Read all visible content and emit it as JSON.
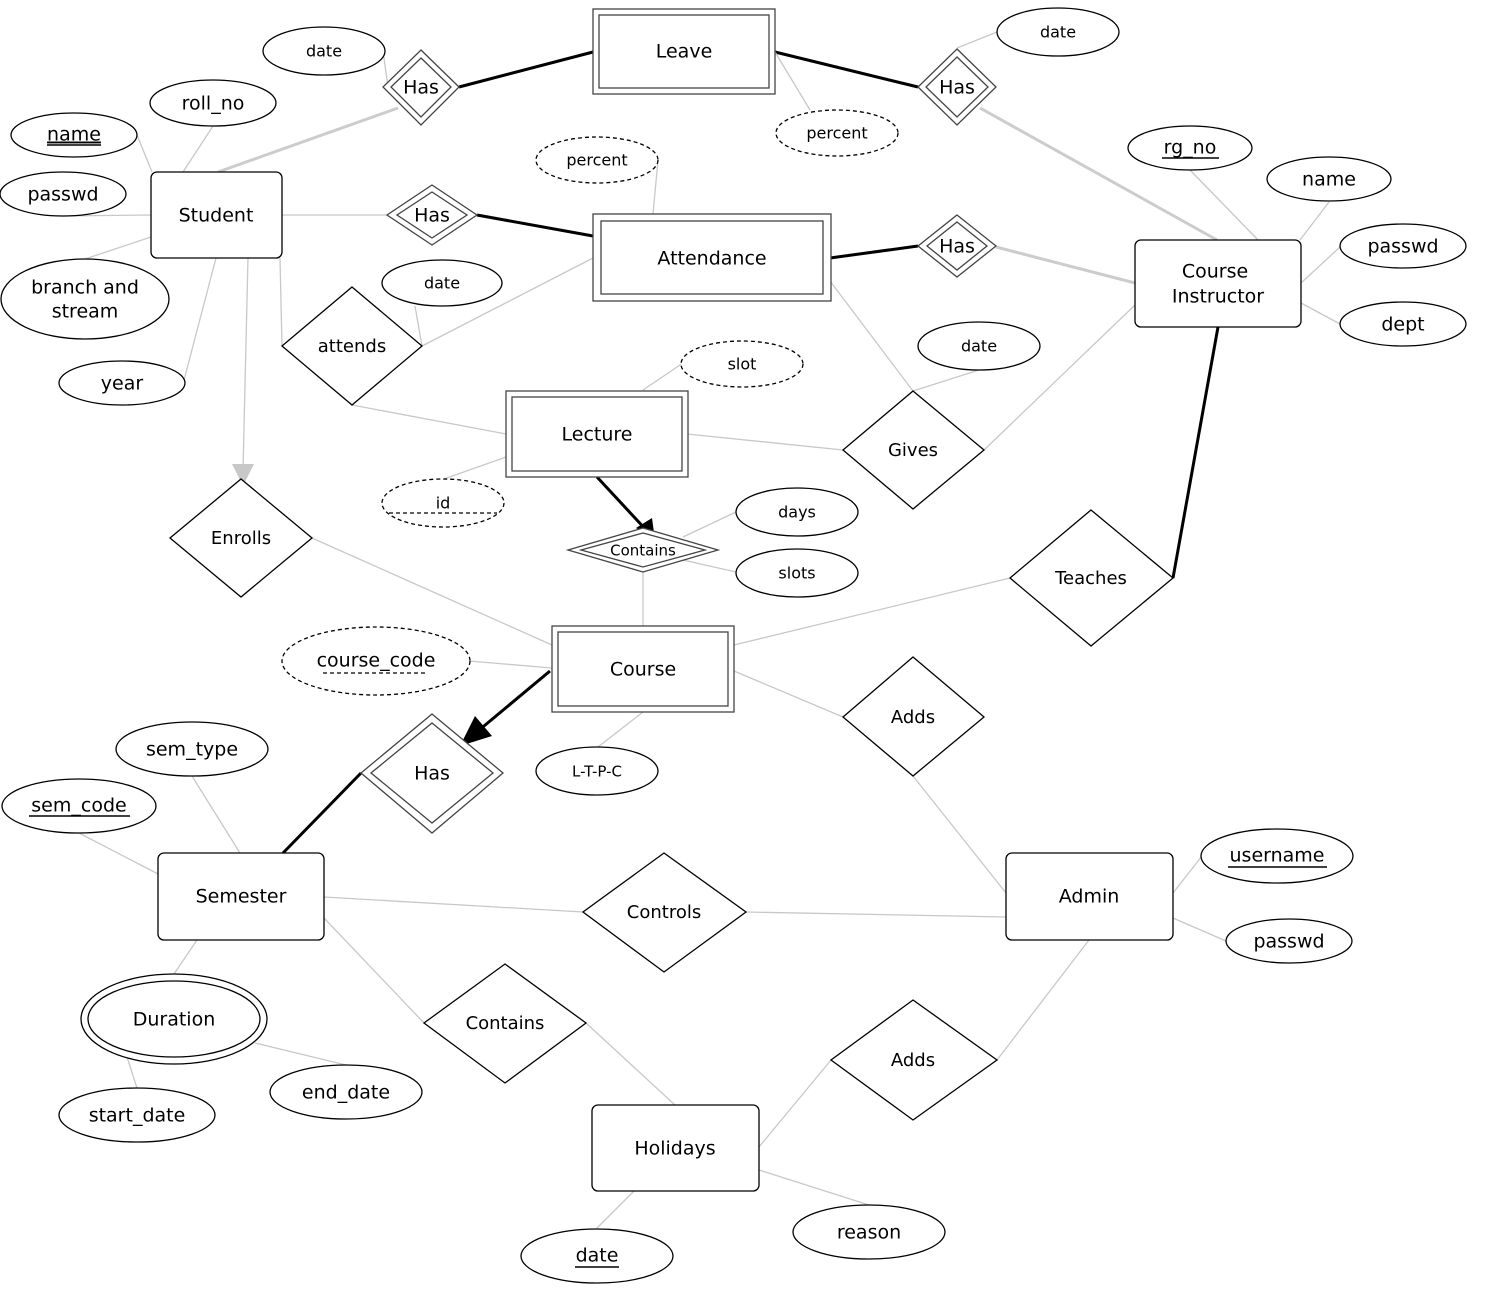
{
  "diagram": {
    "type": "er-diagram",
    "entities": {
      "student": {
        "label": "Student"
      },
      "leave": {
        "label": "Leave"
      },
      "attendance": {
        "label": "Attendance"
      },
      "course_instructor": {
        "label_line1": "Course",
        "label_line2": "Instructor"
      },
      "lecture": {
        "label": "Lecture"
      },
      "course": {
        "label": "Course"
      },
      "semester": {
        "label": "Semester"
      },
      "admin": {
        "label": "Admin"
      },
      "holidays": {
        "label": "Holidays"
      }
    },
    "relationships": {
      "has_student_leave": {
        "label": "Has"
      },
      "has_instructor_leave": {
        "label": "Has"
      },
      "has_student_attendance": {
        "label": "Has"
      },
      "has_instructor_attendance": {
        "label": "Has"
      },
      "attends": {
        "label": "attends"
      },
      "gives": {
        "label": "Gives"
      },
      "enrolls": {
        "label": "Enrolls"
      },
      "contains_lecture": {
        "label": "Contains"
      },
      "teaches": {
        "label": "Teaches"
      },
      "adds_course": {
        "label": "Adds"
      },
      "has_course_semester": {
        "label": "Has"
      },
      "controls": {
        "label": "Controls"
      },
      "contains_holidays": {
        "label": "Contains"
      },
      "adds_holidays": {
        "label": "Adds"
      }
    },
    "attributes": {
      "leave_student_date": {
        "label": "date"
      },
      "student_roll_no": {
        "label": "roll_no"
      },
      "student_name": {
        "label": "name",
        "key": true
      },
      "student_passwd": {
        "label": "passwd"
      },
      "student_branch_line1": {
        "label": "branch and"
      },
      "student_branch_line2": {
        "label": "stream"
      },
      "student_year": {
        "label": "year"
      },
      "leave_instructor_date": {
        "label": "date"
      },
      "leave_percent": {
        "label": "percent"
      },
      "attendance_percent": {
        "label": "percent"
      },
      "attends_date": {
        "label": "date"
      },
      "instructor_rg_no": {
        "label": "rg_no",
        "key": true
      },
      "instructor_name": {
        "label": "name"
      },
      "instructor_passwd": {
        "label": "passwd"
      },
      "instructor_dept": {
        "label": "dept"
      },
      "gives_date": {
        "label": "date"
      },
      "lecture_slot": {
        "label": "slot"
      },
      "lecture_id": {
        "label": "id"
      },
      "contains_days": {
        "label": "days"
      },
      "contains_slots": {
        "label": "slots"
      },
      "course_code": {
        "label": "course_code"
      },
      "course_ltpc": {
        "label": "L-T-P-C"
      },
      "semester_type": {
        "label": "sem_type"
      },
      "semester_code": {
        "label": "sem_code",
        "key": true
      },
      "semester_duration": {
        "label": "Duration"
      },
      "duration_start": {
        "label": "start_date"
      },
      "duration_end": {
        "label": "end_date"
      },
      "admin_username": {
        "label": "username",
        "key": true
      },
      "admin_passwd": {
        "label": "passwd"
      },
      "holidays_date": {
        "label": "date",
        "key": true
      },
      "holidays_reason": {
        "label": "reason"
      }
    }
  }
}
